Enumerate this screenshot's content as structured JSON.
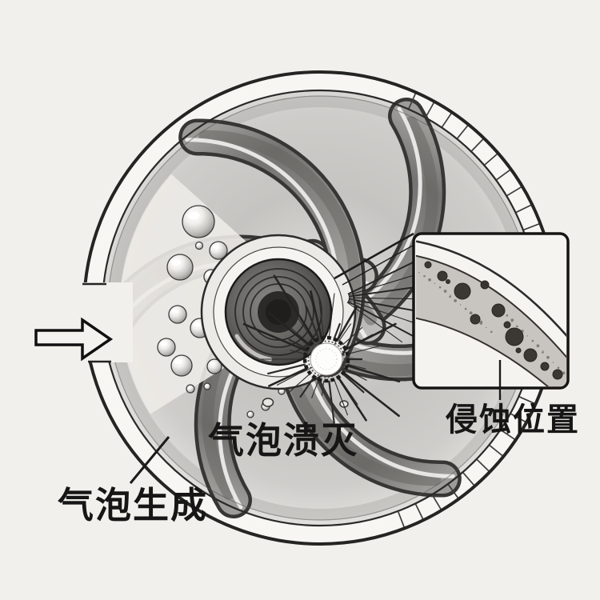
{
  "labels": {
    "bubble_generation": "气泡生成",
    "bubble_collapse": "气泡溃灭",
    "erosion_site": "侵蚀位置"
  },
  "icons": {
    "flow_arrow": "→"
  },
  "colors": {
    "paper": "#f2f0ec",
    "ink": "#1b1b1b",
    "graphite_light": "#d9d7d4",
    "graphite_mid": "#a9a7a4",
    "graphite_dark": "#4b4947",
    "erosion_band": "#c8c5c0",
    "pit": "#3b3733"
  }
}
